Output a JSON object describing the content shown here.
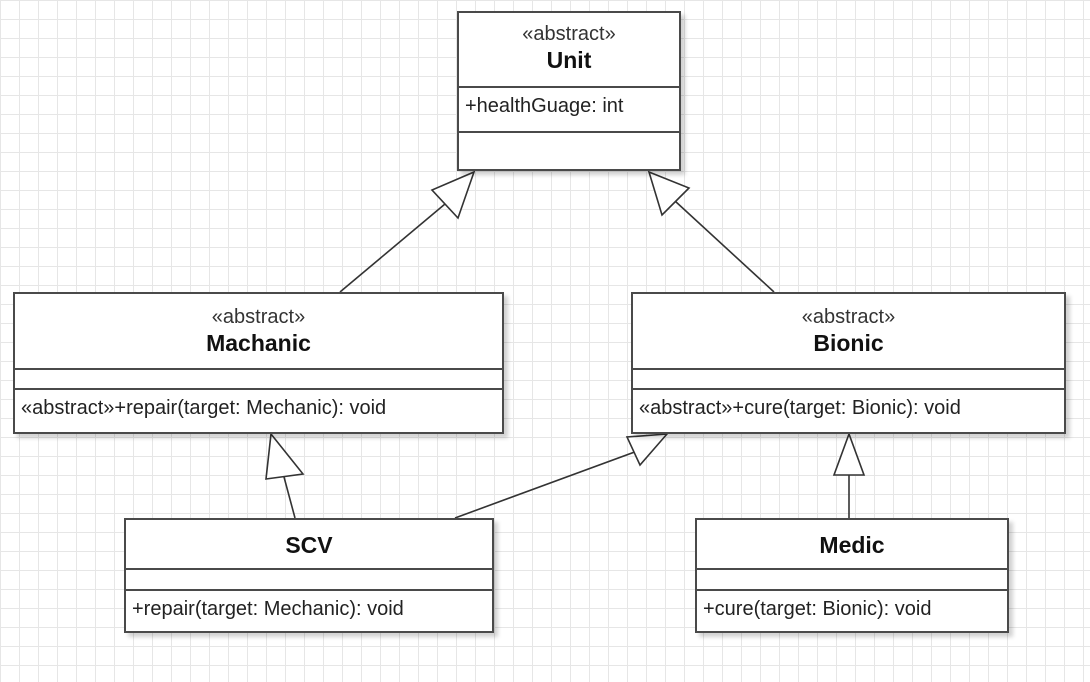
{
  "classes": {
    "unit": {
      "stereotype": "«abstract»",
      "name": "Unit",
      "attributes": [
        "+healthGuage: int"
      ],
      "operations": []
    },
    "mechanic": {
      "stereotype": "«abstract»",
      "name": "Machanic",
      "attributes": [],
      "operations": [
        "«abstract»+repair(target: Mechanic): void"
      ]
    },
    "bionic": {
      "stereotype": "«abstract»",
      "name": "Bionic",
      "attributes": [],
      "operations": [
        "«abstract»+cure(target: Bionic): void"
      ]
    },
    "scv": {
      "stereotype": "",
      "name": "SCV",
      "attributes": [],
      "operations": [
        "+repair(target: Mechanic): void"
      ]
    },
    "medic": {
      "stereotype": "",
      "name": "Medic",
      "attributes": [],
      "operations": [
        "+cure(target: Bionic): void"
      ]
    }
  },
  "relations": [
    {
      "type": "generalization",
      "from": "Machanic",
      "to": "Unit"
    },
    {
      "type": "generalization",
      "from": "Bionic",
      "to": "Unit"
    },
    {
      "type": "generalization",
      "from": "SCV",
      "to": "Machanic"
    },
    {
      "type": "generalization",
      "from": "SCV",
      "to": "Bionic"
    },
    {
      "type": "generalization",
      "from": "Medic",
      "to": "Bionic"
    }
  ]
}
